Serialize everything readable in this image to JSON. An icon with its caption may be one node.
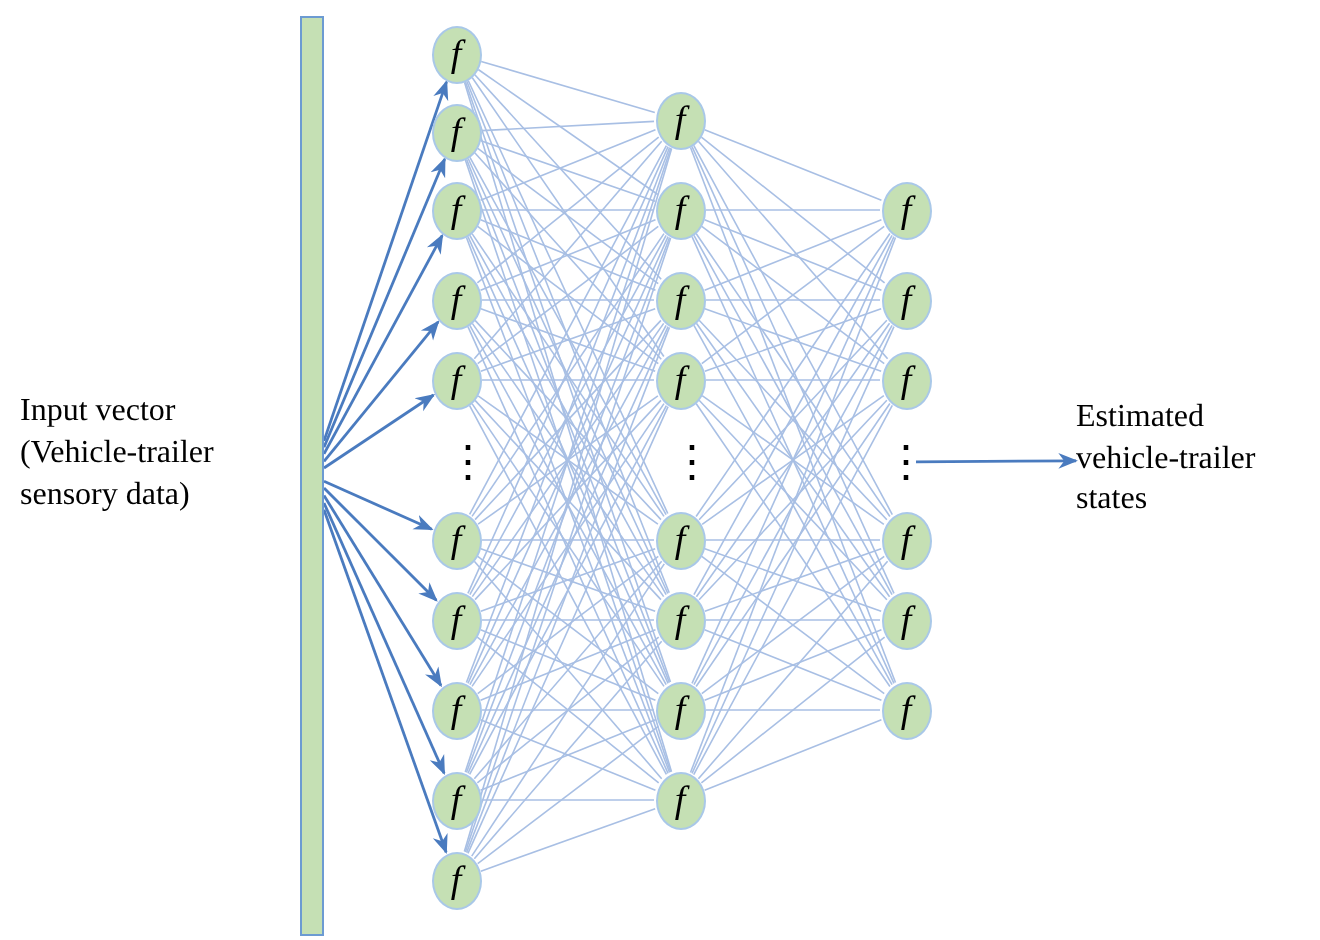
{
  "diagram": {
    "nodes": [
      {
        "text": [],
        "shape": "bar"
      },
      {
        "text": [
          "f"
        ]
      },
      {
        "text": [
          "f"
        ]
      },
      {
        "text": [
          "f"
        ]
      },
      {
        "text": [
          "f"
        ]
      },
      {
        "text": [
          "f"
        ]
      },
      {
        "text": [
          "f"
        ]
      },
      {
        "text": [
          "f"
        ]
      },
      {
        "text": [
          "f"
        ]
      },
      {
        "text": [
          "f"
        ]
      },
      {
        "text": [
          "f"
        ]
      },
      {
        "text": [
          "f"
        ]
      },
      {
        "text": [
          "f"
        ]
      },
      {
        "text": [
          "f"
        ]
      },
      {
        "text": [
          "f"
        ]
      },
      {
        "text": [
          "f"
        ]
      },
      {
        "text": [
          "f"
        ]
      },
      {
        "text": [
          "f"
        ]
      },
      {
        "text": [
          "f"
        ]
      },
      {
        "text": [
          "f"
        ]
      },
      {
        "text": [
          "f"
        ]
      },
      {
        "text": [
          "f"
        ]
      },
      {
        "text": [
          "f"
        ]
      },
      {
        "text": [
          "f"
        ]
      },
      {
        "text": [
          "f"
        ]
      },
      {
        "text": [
          "⋮"
        ]
      },
      {
        "text": [
          "Estimated vehicle-trailer states"
        ]
      }
    ],
    "edges": [
      {
        "from": 0,
        "to": 1,
        "arrow": "to",
        "color": "#4a7bbf"
      },
      {
        "from": 0,
        "to": 2,
        "arrow": "to",
        "color": "#4a7bbf"
      },
      {
        "from": 0,
        "to": 3,
        "arrow": "to",
        "color": "#4a7bbf"
      },
      {
        "from": 0,
        "to": 4,
        "arrow": "to",
        "color": "#4a7bbf"
      },
      {
        "from": 0,
        "to": 5,
        "arrow": "to",
        "color": "#4a7bbf"
      },
      {
        "from": 0,
        "to": 6,
        "arrow": "to",
        "color": "#4a7bbf"
      },
      {
        "from": 0,
        "to": 7,
        "arrow": "to",
        "color": "#4a7bbf"
      },
      {
        "from": 0,
        "to": 8,
        "arrow": "to",
        "color": "#4a7bbf"
      },
      {
        "from": 0,
        "to": 9,
        "arrow": "to",
        "color": "#4a7bbf"
      },
      {
        "from": 0,
        "to": 10,
        "arrow": "to",
        "color": "#4a7bbf"
      },
      {
        "from": 1,
        "to": 11,
        "arrow": "none"
      },
      {
        "from": 1,
        "to": 12,
        "arrow": "none"
      },
      {
        "from": 1,
        "to": 13,
        "arrow": "none"
      },
      {
        "from": 1,
        "to": 14,
        "arrow": "none"
      },
      {
        "from": 1,
        "to": 15,
        "arrow": "none"
      },
      {
        "from": 1,
        "to": 16,
        "arrow": "none"
      },
      {
        "from": 1,
        "to": 17,
        "arrow": "none"
      },
      {
        "from": 1,
        "to": 18,
        "arrow": "none"
      },
      {
        "from": 2,
        "to": 11,
        "arrow": "none"
      },
      {
        "from": 2,
        "to": 12,
        "arrow": "none"
      },
      {
        "from": 2,
        "to": 13,
        "arrow": "none"
      },
      {
        "from": 2,
        "to": 14,
        "arrow": "none"
      },
      {
        "from": 2,
        "to": 15,
        "arrow": "none"
      },
      {
        "from": 2,
        "to": 16,
        "arrow": "none"
      },
      {
        "from": 2,
        "to": 17,
        "arrow": "none"
      },
      {
        "from": 2,
        "to": 18,
        "arrow": "none"
      },
      {
        "from": 3,
        "to": 11,
        "arrow": "none"
      },
      {
        "from": 3,
        "to": 12,
        "arrow": "none"
      },
      {
        "from": 3,
        "to": 13,
        "arrow": "none"
      },
      {
        "from": 3,
        "to": 14,
        "arrow": "none"
      },
      {
        "from": 3,
        "to": 15,
        "arrow": "none"
      },
      {
        "from": 3,
        "to": 16,
        "arrow": "none"
      },
      {
        "from": 3,
        "to": 17,
        "arrow": "none"
      },
      {
        "from": 3,
        "to": 18,
        "arrow": "none"
      },
      {
        "from": 4,
        "to": 11,
        "arrow": "none"
      },
      {
        "from": 4,
        "to": 12,
        "arrow": "none"
      },
      {
        "from": 4,
        "to": 13,
        "arrow": "none"
      },
      {
        "from": 4,
        "to": 14,
        "arrow": "none"
      },
      {
        "from": 4,
        "to": 15,
        "arrow": "none"
      },
      {
        "from": 4,
        "to": 16,
        "arrow": "none"
      },
      {
        "from": 4,
        "to": 17,
        "arrow": "none"
      },
      {
        "from": 4,
        "to": 18,
        "arrow": "none"
      },
      {
        "from": 5,
        "to": 11,
        "arrow": "none"
      },
      {
        "from": 5,
        "to": 12,
        "arrow": "none"
      },
      {
        "from": 5,
        "to": 13,
        "arrow": "none"
      },
      {
        "from": 5,
        "to": 14,
        "arrow": "none"
      },
      {
        "from": 5,
        "to": 15,
        "arrow": "none"
      },
      {
        "from": 5,
        "to": 16,
        "arrow": "none"
      },
      {
        "from": 5,
        "to": 17,
        "arrow": "none"
      },
      {
        "from": 5,
        "to": 18,
        "arrow": "none"
      },
      {
        "from": 6,
        "to": 11,
        "arrow": "none"
      },
      {
        "from": 6,
        "to": 12,
        "arrow": "none"
      },
      {
        "from": 6,
        "to": 13,
        "arrow": "none"
      },
      {
        "from": 6,
        "to": 14,
        "arrow": "none"
      },
      {
        "from": 6,
        "to": 15,
        "arrow": "none"
      },
      {
        "from": 6,
        "to": 16,
        "arrow": "none"
      },
      {
        "from": 6,
        "to": 17,
        "arrow": "none"
      },
      {
        "from": 6,
        "to": 18,
        "arrow": "none"
      },
      {
        "from": 7,
        "to": 11,
        "arrow": "none"
      },
      {
        "from": 7,
        "to": 12,
        "arrow": "none"
      },
      {
        "from": 7,
        "to": 13,
        "arrow": "none"
      },
      {
        "from": 7,
        "to": 14,
        "arrow": "none"
      },
      {
        "from": 7,
        "to": 15,
        "arrow": "none"
      },
      {
        "from": 7,
        "to": 16,
        "arrow": "none"
      },
      {
        "from": 7,
        "to": 17,
        "arrow": "none"
      },
      {
        "from": 7,
        "to": 18,
        "arrow": "none"
      },
      {
        "from": 8,
        "to": 11,
        "arrow": "none"
      },
      {
        "from": 8,
        "to": 12,
        "arrow": "none"
      },
      {
        "from": 8,
        "to": 13,
        "arrow": "none"
      },
      {
        "from": 8,
        "to": 14,
        "arrow": "none"
      },
      {
        "from": 8,
        "to": 15,
        "arrow": "none"
      },
      {
        "from": 8,
        "to": 16,
        "arrow": "none"
      },
      {
        "from": 8,
        "to": 17,
        "arrow": "none"
      },
      {
        "from": 8,
        "to": 18,
        "arrow": "none"
      },
      {
        "from": 9,
        "to": 11,
        "arrow": "none"
      },
      {
        "from": 9,
        "to": 12,
        "arrow": "none"
      },
      {
        "from": 9,
        "to": 13,
        "arrow": "none"
      },
      {
        "from": 9,
        "to": 14,
        "arrow": "none"
      },
      {
        "from": 9,
        "to": 15,
        "arrow": "none"
      },
      {
        "from": 9,
        "to": 16,
        "arrow": "none"
      },
      {
        "from": 9,
        "to": 17,
        "arrow": "none"
      },
      {
        "from": 9,
        "to": 18,
        "arrow": "none"
      },
      {
        "from": 10,
        "to": 11,
        "arrow": "none"
      },
      {
        "from": 10,
        "to": 12,
        "arrow": "none"
      },
      {
        "from": 10,
        "to": 13,
        "arrow": "none"
      },
      {
        "from": 10,
        "to": 14,
        "arrow": "none"
      },
      {
        "from": 10,
        "to": 15,
        "arrow": "none"
      },
      {
        "from": 10,
        "to": 16,
        "arrow": "none"
      },
      {
        "from": 10,
        "to": 17,
        "arrow": "none"
      },
      {
        "from": 10,
        "to": 18,
        "arrow": "none"
      },
      {
        "from": 11,
        "to": 19,
        "arrow": "none"
      },
      {
        "from": 11,
        "to": 20,
        "arrow": "none"
      },
      {
        "from": 11,
        "to": 21,
        "arrow": "none"
      },
      {
        "from": 11,
        "to": 22,
        "arrow": "none"
      },
      {
        "from": 11,
        "to": 23,
        "arrow": "none"
      },
      {
        "from": 11,
        "to": 24,
        "arrow": "none"
      },
      {
        "from": 12,
        "to": 19,
        "arrow": "none"
      },
      {
        "from": 12,
        "to": 20,
        "arrow": "none"
      },
      {
        "from": 12,
        "to": 21,
        "arrow": "none"
      },
      {
        "from": 12,
        "to": 22,
        "arrow": "none"
      },
      {
        "from": 12,
        "to": 23,
        "arrow": "none"
      },
      {
        "from": 12,
        "to": 24,
        "arrow": "none"
      },
      {
        "from": 13,
        "to": 19,
        "arrow": "none"
      },
      {
        "from": 13,
        "to": 20,
        "arrow": "none"
      },
      {
        "from": 13,
        "to": 21,
        "arrow": "none"
      },
      {
        "from": 13,
        "to": 22,
        "arrow": "none"
      },
      {
        "from": 13,
        "to": 23,
        "arrow": "none"
      },
      {
        "from": 13,
        "to": 24,
        "arrow": "none"
      },
      {
        "from": 14,
        "to": 19,
        "arrow": "none"
      },
      {
        "from": 14,
        "to": 20,
        "arrow": "none"
      },
      {
        "from": 14,
        "to": 21,
        "arrow": "none"
      },
      {
        "from": 14,
        "to": 22,
        "arrow": "none"
      },
      {
        "from": 14,
        "to": 23,
        "arrow": "none"
      },
      {
        "from": 14,
        "to": 24,
        "arrow": "none"
      },
      {
        "from": 15,
        "to": 19,
        "arrow": "none"
      },
      {
        "from": 15,
        "to": 20,
        "arrow": "none"
      },
      {
        "from": 15,
        "to": 21,
        "arrow": "none"
      },
      {
        "from": 15,
        "to": 22,
        "arrow": "none"
      },
      {
        "from": 15,
        "to": 23,
        "arrow": "none"
      },
      {
        "from": 15,
        "to": 24,
        "arrow": "none"
      },
      {
        "from": 16,
        "to": 19,
        "arrow": "none"
      },
      {
        "from": 16,
        "to": 20,
        "arrow": "none"
      },
      {
        "from": 16,
        "to": 21,
        "arrow": "none"
      },
      {
        "from": 16,
        "to": 22,
        "arrow": "none"
      },
      {
        "from": 16,
        "to": 23,
        "arrow": "none"
      },
      {
        "from": 16,
        "to": 24,
        "arrow": "none"
      },
      {
        "from": 17,
        "to": 19,
        "arrow": "none"
      },
      {
        "from": 17,
        "to": 20,
        "arrow": "none"
      },
      {
        "from": 17,
        "to": 21,
        "arrow": "none"
      },
      {
        "from": 17,
        "to": 22,
        "arrow": "none"
      },
      {
        "from": 17,
        "to": 23,
        "arrow": "none"
      },
      {
        "from": 17,
        "to": 24,
        "arrow": "none"
      },
      {
        "from": 18,
        "to": 19,
        "arrow": "none"
      },
      {
        "from": 18,
        "to": 20,
        "arrow": "none"
      },
      {
        "from": 18,
        "to": 21,
        "arrow": "none"
      },
      {
        "from": 18,
        "to": 22,
        "arrow": "none"
      },
      {
        "from": 18,
        "to": 23,
        "arrow": "none"
      },
      {
        "from": 18,
        "to": 24,
        "arrow": "none"
      },
      {
        "from": 25,
        "to": 26,
        "arrow": "to",
        "color": "#4a7bbf"
      }
    ],
    "labels": [
      "Input vector (Vehicle-trailer sensory data)",
      "⋮",
      "⋮"
    ]
  }
}
